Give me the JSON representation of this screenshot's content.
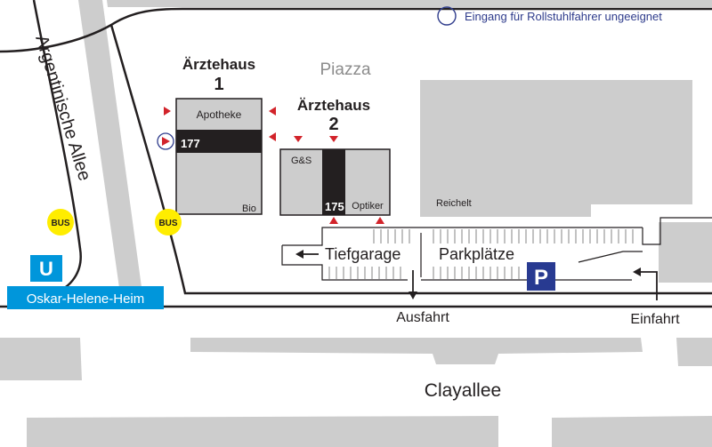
{
  "legend": {
    "text": "Eingang für Rollstuhlfahrer ungeeignet",
    "color": "#2f3c8c"
  },
  "streets": {
    "argentinische": "Argentinische Allee",
    "clayallee": "Clayallee"
  },
  "buildings": {
    "aerztehaus1_name": "Ärztehaus",
    "aerztehaus1_num": "1",
    "aerztehaus2_name": "Ärztehaus",
    "aerztehaus2_num": "2",
    "apotheke": "Apotheke",
    "num177": "177",
    "bio": "Bio",
    "gs": "G&S",
    "num175": "175",
    "optiker": "Optiker",
    "reichelt": "Reichelt",
    "piazza": "Piazza"
  },
  "parking": {
    "tiefgarage": "Tiefgarage",
    "parkplaetze": "Parkplätze",
    "p_sign": "P",
    "ausfahrt": "Ausfahrt",
    "einfahrt": "Einfahrt"
  },
  "transit": {
    "bus1": "BUS",
    "bus2": "BUS",
    "ubahn_sign": "U",
    "station": "Oskar-Helene-Heim"
  },
  "colors": {
    "block": "#cdcdcd",
    "dark": "#231f20",
    "entrance": "#d2232a",
    "bus": "#ffed00",
    "ubahn": "#0096db",
    "parking": "#283a91",
    "piazza": "#8c8c8c"
  }
}
